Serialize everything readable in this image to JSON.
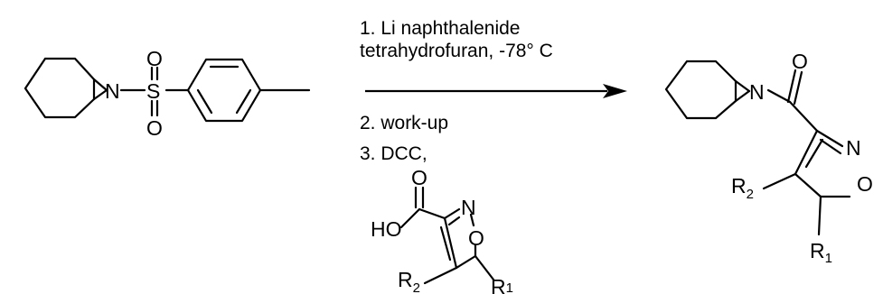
{
  "reactant": {
    "atoms": {
      "n": "N",
      "s": "S",
      "o_top": "O",
      "o_bottom": "O"
    }
  },
  "conditions": {
    "step1_line1": "1. Li naphthalenide",
    "step1_line2": "tetrahydrofuran, -78° C",
    "step2": "2. work-up",
    "step3": "3. DCC,"
  },
  "reagent_acid": {
    "atoms": {
      "o_carbonyl": "O",
      "ho": "HO",
      "n": "N",
      "o_ring": "O"
    },
    "r2": "R",
    "r2_sub": "2",
    "r1": "R",
    "r1_sub": "1"
  },
  "product": {
    "atoms": {
      "n_aziridine": "N",
      "o_carbonyl": "O",
      "n_ring": "N",
      "o_ring": "O"
    },
    "r2": "R",
    "r2_sub": "2",
    "r1": "R",
    "r1_sub": "1"
  },
  "colors": {
    "ink": "#000000",
    "background": "#ffffff"
  }
}
